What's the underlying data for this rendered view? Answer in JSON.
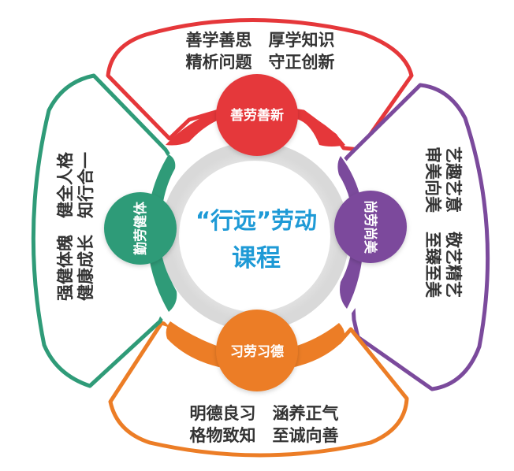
{
  "diagram": {
    "title_line1": "“行远”劳动",
    "title_line2": "课程",
    "top": {
      "node_label": "善劳善新",
      "line1": "善学善思　厚学知识",
      "line2": "精析问题　守正创新",
      "color": "#e5373a"
    },
    "right": {
      "node_label": "尚劳尚美",
      "line1": "艺趣艺意",
      "line2": "审美向美",
      "line3": "敬艺精艺",
      "line4": "至臻至美",
      "color": "#7b4a9c"
    },
    "bottom": {
      "node_label": "习劳习德",
      "line1": "明德良习　涵养正气",
      "line2": "格物致知　至诚向善",
      "color": "#ec7d26"
    },
    "left": {
      "node_label": "勤劳健体",
      "line1": "健全人格",
      "line2": "知行合一",
      "line3": "强健体魄",
      "line4": "健康成长",
      "color": "#2f9b78"
    },
    "center_ring_color": "#e3e3e3"
  }
}
